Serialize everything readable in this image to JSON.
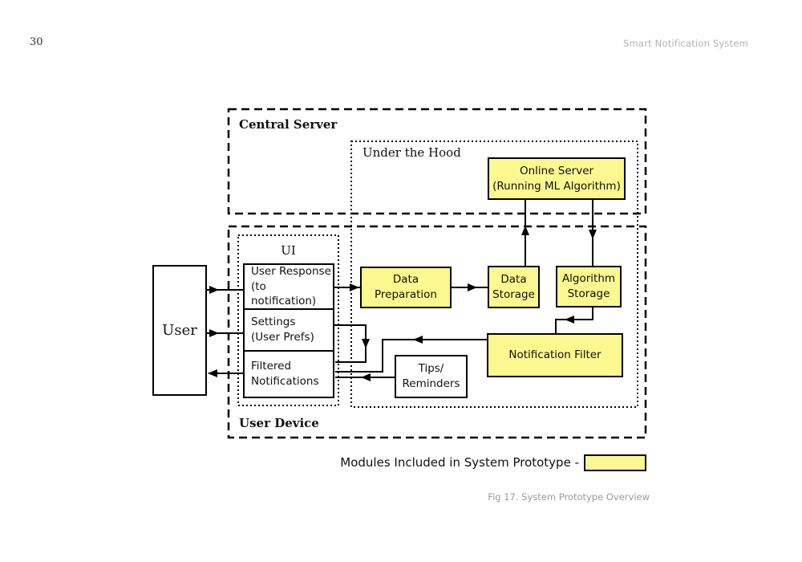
{
  "page": {
    "number": "30",
    "header_title": "Smart Notification System",
    "caption": "Fig 17. System Prototype Overview"
  },
  "containers": {
    "central_server": "Central Server",
    "under_the_hood": "Under the Hood",
    "ui": "UI",
    "user_device": "User Device"
  },
  "nodes": {
    "user": "User",
    "user_response": "User Response\n(to notification)",
    "settings": "Settings\n(User Prefs)",
    "filtered_notifications": "Filtered\nNotifications",
    "data_preparation": "Data\nPreparation",
    "data_storage": "Data\nStorage",
    "algorithm_storage": "Algorithm\nStorage",
    "online_server": "Online Server\n(Running ML Algorithm)",
    "notification_filter": "Notification Filter",
    "tips_reminders": "Tips/\nReminders"
  },
  "legend": {
    "label": "Modules Included in System Prototype -"
  },
  "colors": {
    "module_fill": "#FAF88E",
    "line": "#000000",
    "header_gray": "#B3B3B3",
    "caption_gray": "#9A9A9A"
  }
}
